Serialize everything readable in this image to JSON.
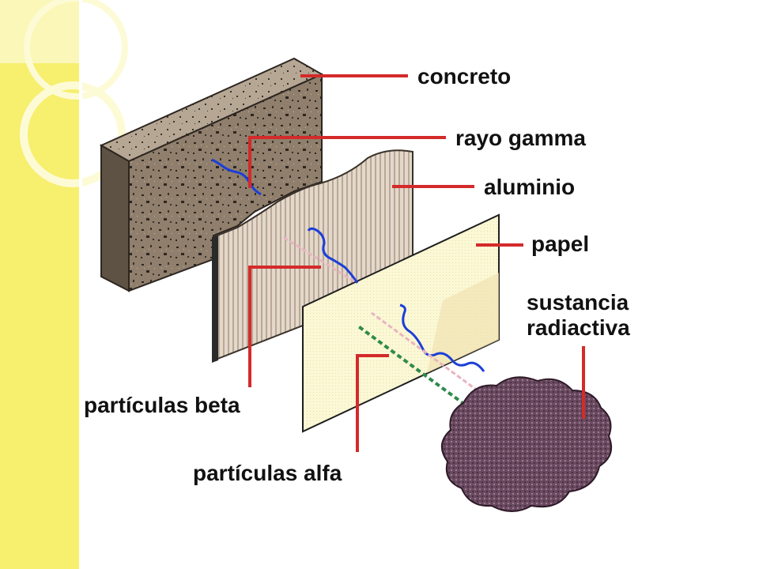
{
  "slide": {
    "accent_color": "#f7ef6e",
    "accent_light": "#fbf7b8"
  },
  "diagram": {
    "labels": {
      "concreto": "concreto",
      "rayo_gamma": "rayo gamma",
      "aluminio": "aluminio",
      "papel": "papel",
      "sustancia_line1": "sustancia",
      "sustancia_line2": "radiactiva",
      "beta": "partículas beta",
      "alfa": "partículas alfa"
    },
    "colors": {
      "leader_line": "#d42a2a",
      "concrete": "#8f7f6c",
      "aluminum": "#ddd1c3",
      "paper": "#fbf8d6",
      "substance": "#6a4a60",
      "gamma": "#1c3fd8",
      "beta": "#e8b5c1",
      "alpha": "#2f8a4a"
    }
  }
}
